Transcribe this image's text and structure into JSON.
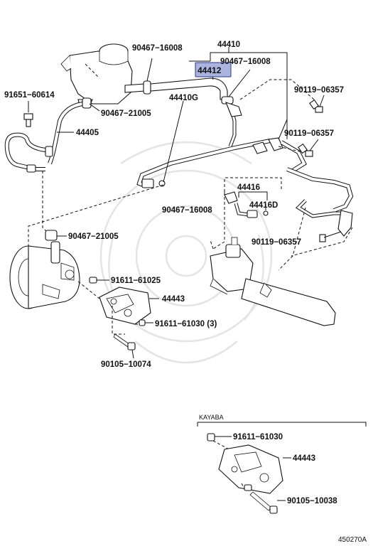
{
  "labels": {
    "p44410": "44410",
    "p90467_16008_a": "90467−16008",
    "p90467_16008_b": "90467−16008",
    "p44412": "44412",
    "p91651_60614": "91651−60614",
    "p90467_21005_a": "90467−21005",
    "p44410G": "44410G",
    "p90119_06357_a": "90119−06357",
    "p44405": "44405",
    "p90119_06357_b": "90119−06357",
    "p44416": "44416",
    "p44416D": "44416D",
    "p90467_16008_c": "90467−16008",
    "p90467_21005_b": "90467−21005",
    "p90119_06357_c": "90119−06357",
    "p91611_61025": "91611−61025",
    "p44443_a": "44443",
    "p91611_61030_3": "91611−61030 (3)",
    "p90105_10074": "90105−10074",
    "kayaba": "KAYABA",
    "p91611_61030": "91611−61030",
    "p44443_b": "44443",
    "p90105_10038": "90105−10038",
    "diagram_id": "450270A"
  },
  "highlight_color": "#aab4de"
}
